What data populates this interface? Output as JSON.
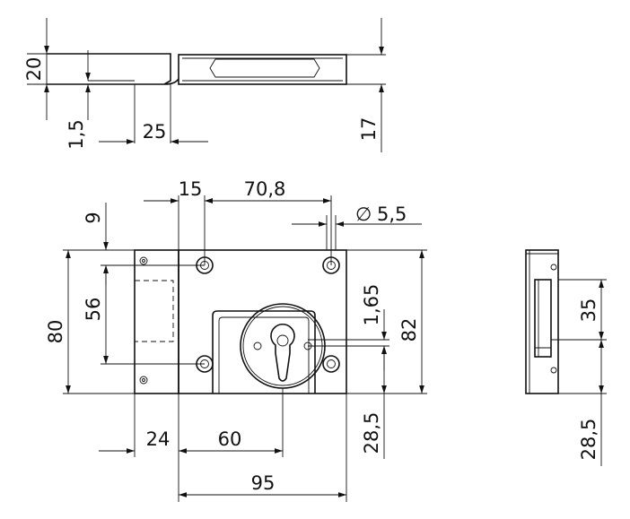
{
  "dimensions": {
    "top_height": "20",
    "top_thickness": "1,5",
    "top_flange": "25",
    "top_body_height": "17",
    "offset_15": "15",
    "span_70_8": "70,8",
    "hole_dia": "5,5",
    "edge_9": "9",
    "height_56": "56",
    "height_80": "80",
    "offset_1_65": "1,65",
    "height_82": "82",
    "backset_24": "24",
    "backset_60": "60",
    "width_95": "95",
    "bottom_28_5": "28,5",
    "side_35": "35",
    "side_28_5": "28,5"
  },
  "symbols": {
    "diameter": "∅"
  }
}
